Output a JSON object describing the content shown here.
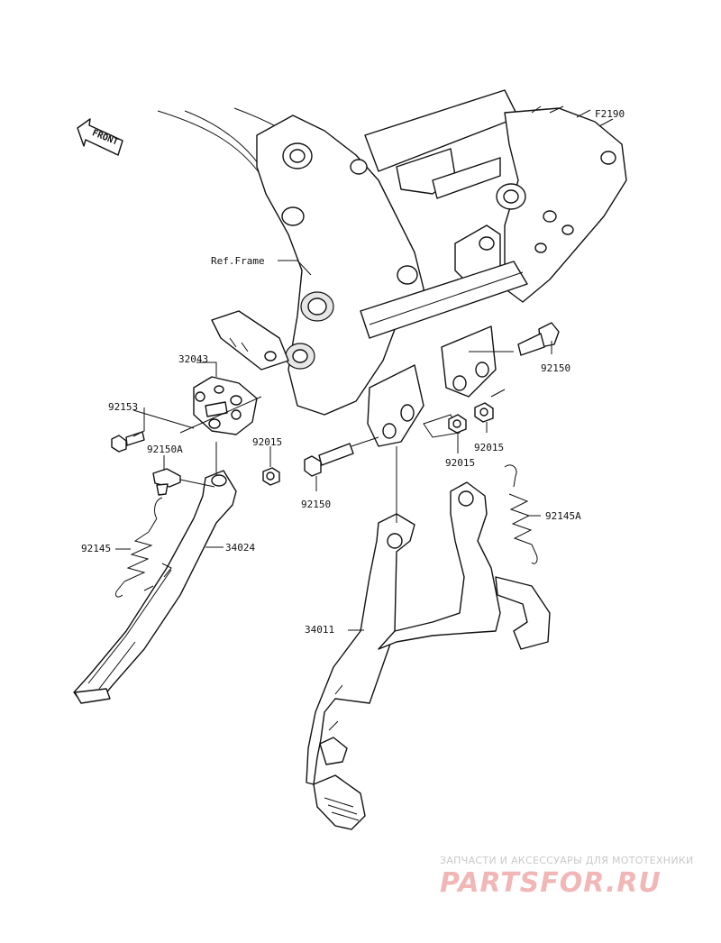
{
  "figure_code": "F2190",
  "front_arrow": "FRONT",
  "callouts": {
    "ref_frame": "Ref.Frame",
    "p32043": "32043",
    "p92153": "92153",
    "p92150A": "92150A",
    "p92015_left": "92015",
    "p92145": "92145",
    "p34024": "34024",
    "p92150_right": "92150",
    "p92015_mid": "92015",
    "p92015_right": "92015",
    "p92150_mid": "92150",
    "p92145A": "92145A",
    "p34011": "34011"
  },
  "watermark": {
    "tagline": "ЗАПЧАСТИ И АКСЕССУАРЫ ДЛЯ МОТОТЕХНИКИ",
    "logo": "PARTSFOR.RU"
  },
  "colors": {
    "line": "#111111",
    "watermark_text": "#c9c9c9",
    "watermark_logo": "#f1b7b7"
  }
}
